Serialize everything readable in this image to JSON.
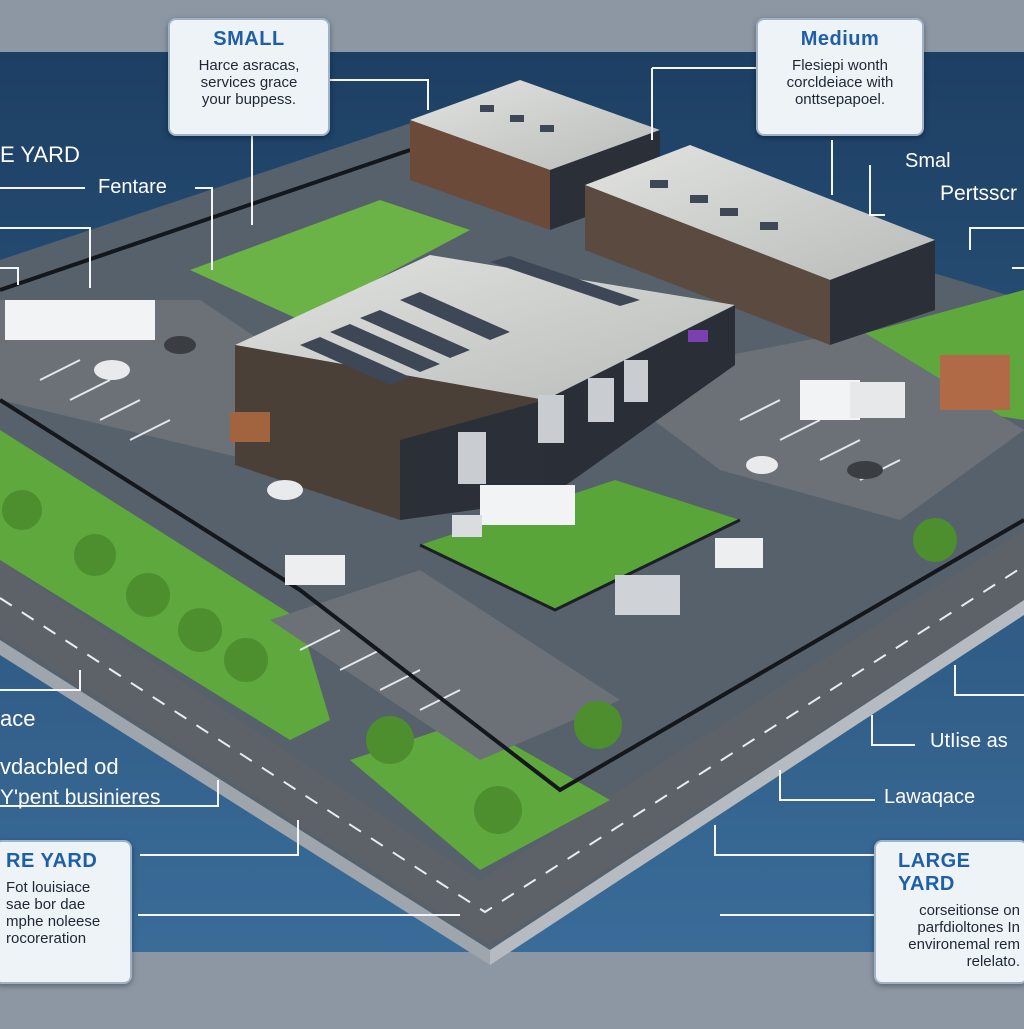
{
  "callouts": {
    "small": {
      "title": "SMALL",
      "body": "Harce asracas,\nservices grace\nyour buppess."
    },
    "medium": {
      "title": "Medium",
      "body": "Flesiepi wonth\ncorcldeiace with\nonttsepapoel."
    },
    "large_yard": {
      "title": "LARGE YARD",
      "body": "corseitionse on\nparfdioltones In\nenvironemal rem\nrelelato."
    },
    "re_yard": {
      "title": "RE YARD",
      "body": "Fot louisiace\nsae bor dae\nmphe noleese\nrocoreration"
    }
  },
  "labels": {
    "e_yard": "E YARD",
    "fentare": "Fentare",
    "smal": "Smal",
    "pertsscr": "Pertsscr",
    "ace": "ace",
    "dacbled": "vdacbled od",
    "pent_businesses": "Y'pent businieres",
    "utiise": "UtIise as",
    "lawaqace": "Lawaqace"
  },
  "colors": {
    "sky": "#2a4f76",
    "water": "#2e5a86",
    "asphalt": "#6e7378",
    "grass": "#5da43c",
    "roof": "#cfd1cf",
    "wall": "#2b3038",
    "accent": "#1f5fa8"
  }
}
